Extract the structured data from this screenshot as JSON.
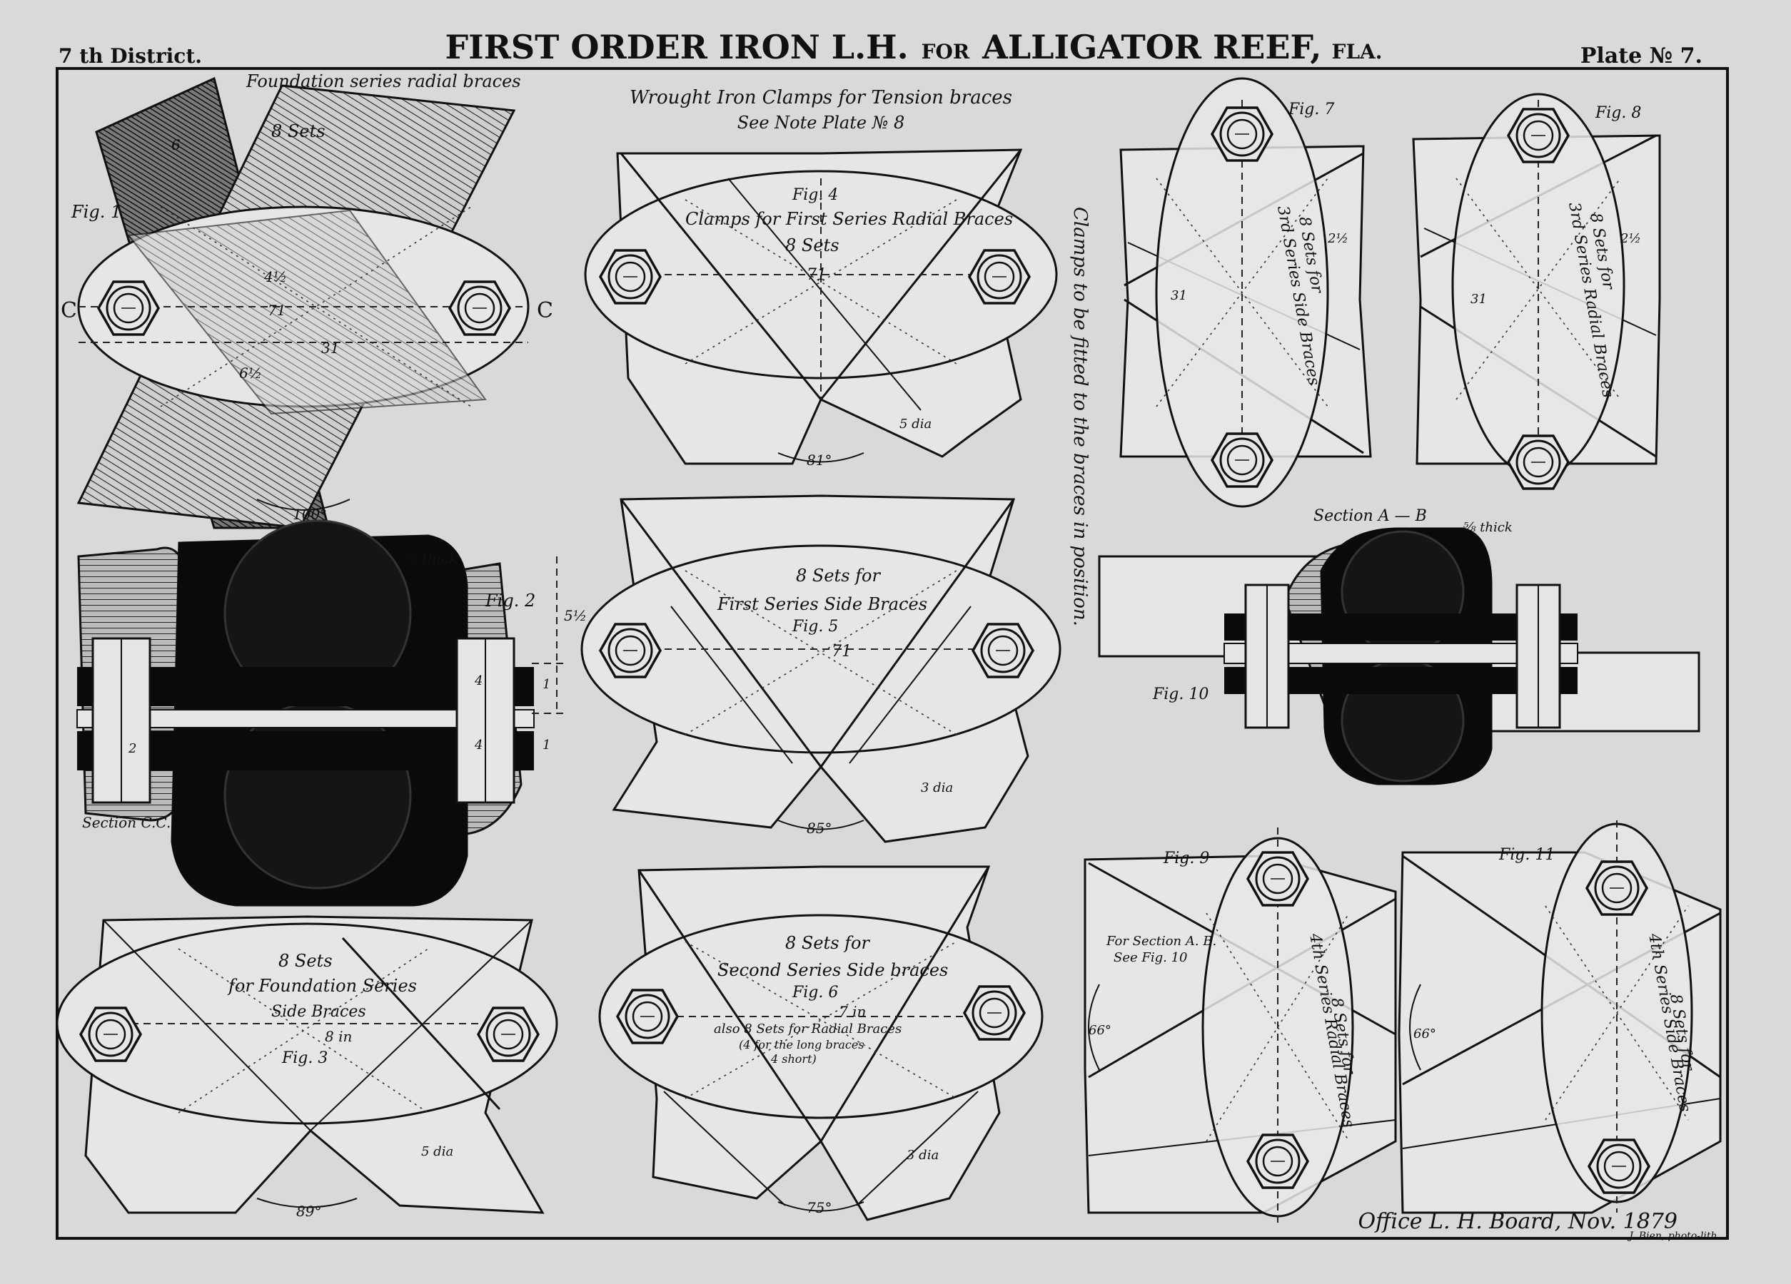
{
  "header": {
    "district": "7 th District.",
    "title_main": "FIRST ORDER IRON L.H.",
    "title_for": "FOR",
    "title_place": "ALLIGATOR REEF,",
    "title_state": "FLA.",
    "plate": "Plate № 7."
  },
  "column_heading": {
    "line1": "Wrought Iron Clamps for Tension braces",
    "line2": "See Note Plate № 8"
  },
  "vertical_note": "Clamps to be fitted to the braces in position.",
  "figures": {
    "fig1": {
      "label": "Fig. 1",
      "caption": "Foundation series radial braces",
      "sets": "8 Sets",
      "dims": [
        "71",
        "31",
        "6",
        "4½",
        "6½"
      ],
      "angle": "100°",
      "section_marks": [
        "C",
        "C"
      ]
    },
    "fig2": {
      "label": "Fig. 2",
      "caption": "Section C.C.",
      "dims": [
        "5½",
        "1",
        "1",
        "2",
        "4",
        "4"
      ],
      "note": "⅝ thick"
    },
    "fig3": {
      "label": "Fig. 3",
      "sets": "8 Sets",
      "caption1": "for Foundation Series",
      "caption2": "Side Braces",
      "dims": [
        "8 in",
        "5 dia"
      ],
      "angle": "89°"
    },
    "fig4": {
      "label": "Fig. 4",
      "caption": "Clamps for First Series Radial Braces",
      "sets": "8 Sets",
      "dims": [
        "71",
        "5 dia"
      ],
      "angle": "81°"
    },
    "fig5": {
      "label": "Fig. 5",
      "sets": "8 Sets for",
      "caption": "First Series Side Braces",
      "dims": [
        "71",
        "3 dia"
      ],
      "angle": "85°"
    },
    "fig6": {
      "label": "Fig. 6",
      "sets": "8 Sets for",
      "caption": "Second Series Side braces",
      "dims": [
        "7 in",
        "3 dia"
      ],
      "note1": "also 8 Sets for Radial Braces",
      "note2": "(4 for the long braces",
      "note3": "4 short)",
      "angle": "75°"
    },
    "fig7": {
      "label": "Fig. 7",
      "sets": "8 Sets for",
      "caption": "3rd Series Side Braces",
      "dims": [
        "2½",
        "31"
      ]
    },
    "fig8": {
      "label": "Fig. 8",
      "sets": "8 Sets for",
      "caption": "3rd Series Radial Braces",
      "dims": [
        "2½",
        "31"
      ]
    },
    "fig9": {
      "label": "Fig. 9",
      "sets": "8 Sets for",
      "caption": "4th Series Radial Braces",
      "note1": "For Section A. B.",
      "note2": "See Fig. 10",
      "angle": "66°"
    },
    "fig10": {
      "label": "Fig. 10",
      "caption": "Section A — B",
      "note": "⅝ thick"
    },
    "fig11": {
      "label": "Fig. 11",
      "sets": "8 Sets for",
      "caption": "4th Series Side Braces",
      "angle": "66°"
    }
  },
  "footer": {
    "office": "Office L. H. Board, Nov. 1879",
    "credit": "J. Bien, photo-lith."
  }
}
